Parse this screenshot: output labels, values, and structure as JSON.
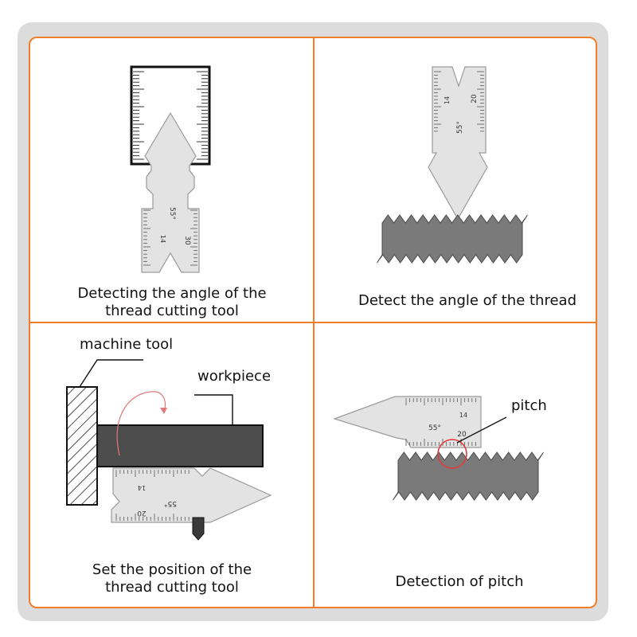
{
  "panels": {
    "top_left": {
      "caption_line1": "Detecting the angle of the",
      "caption_line2": "thread cutting tool"
    },
    "top_right": {
      "caption": "Detect the angle of the thread"
    },
    "bottom_left": {
      "caption_line1": "Set the position of the",
      "caption_line2": "thread cutting tool",
      "label_machine_tool": "machine tool",
      "label_workpiece": "workpiece"
    },
    "bottom_right": {
      "caption": "Detection of pitch",
      "label_pitch": "pitch"
    }
  },
  "gauge_marks": {
    "angle": "55°",
    "n14": "14",
    "n20": "20",
    "n30": "30"
  },
  "colors": {
    "accent": "#f07d2a",
    "frame": "#dcdcdc",
    "steel": "#e3e3e3",
    "steel_edge": "#9a9a9a",
    "workpiece": "#4d4d4d",
    "pointer": "#e03a3a"
  }
}
